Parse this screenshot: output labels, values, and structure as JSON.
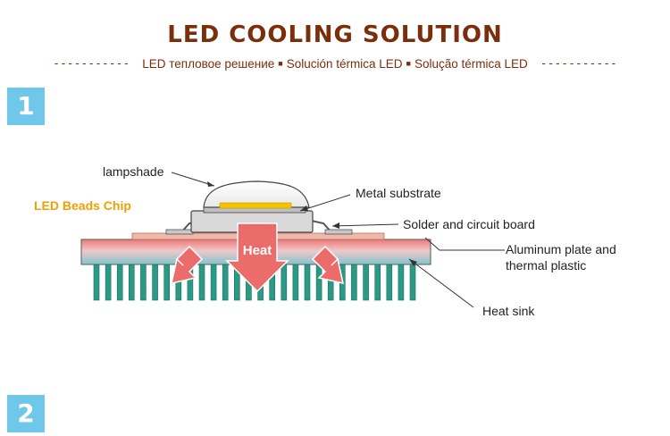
{
  "header": {
    "title": "LED COOLING SOLUTION",
    "subtitle": {
      "left_rule": "-----------",
      "right_rule": "-----------",
      "russian": "LED тепловое решение",
      "spanish": "Solución térmica LED",
      "portuguese": "Solução térmica LED",
      "separator": "■"
    }
  },
  "steps": [
    {
      "number": "1"
    },
    {
      "number": "2"
    }
  ],
  "diagram": {
    "heat_label": "Heat",
    "labels": {
      "lampshade": "lampshade",
      "led_chip": "LED Beads Chip",
      "metal_substrate": "Metal substrate",
      "solder_board": "Solder and circuit board",
      "aluminum_line1": "Aluminum plate and",
      "aluminum_line2": "thermal plastic",
      "heat_sink": "Heat sink"
    },
    "colors": {
      "title": "#7a2e0c",
      "led_chip_label": "#f0a000",
      "badge": "#6fc8ea",
      "heat_arrow": "#ec6b6b",
      "fins": "#2b9a85",
      "chip": "#f5c400"
    },
    "fin_count": 28
  }
}
